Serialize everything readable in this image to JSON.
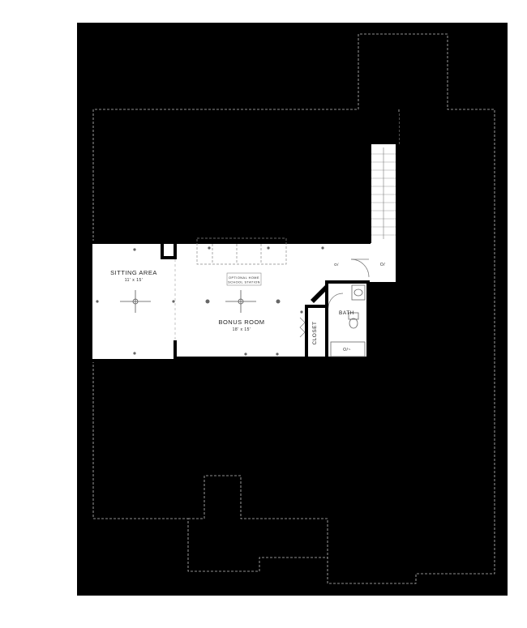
{
  "rooms": {
    "sitting_area": {
      "name": "SITTING AREA",
      "dims": "11' x 15'"
    },
    "bonus_room": {
      "name": "BONUS ROOM",
      "dims": "18' x 15'"
    },
    "bath": {
      "name": "BATH"
    },
    "closet": {
      "name": "CLOSET"
    }
  },
  "notes": {
    "home_school_line1": "OPTIONAL HOME",
    "home_school_line2": "SCHOOL STATION"
  },
  "fixtures": {
    "oven_marker": "O/",
    "tub_marker": "O/~",
    "stair_marker": "O/"
  },
  "colors": {
    "background": "#000000",
    "floor": "#ffffff",
    "wall": "#000000",
    "outline": "#cfcfcf"
  }
}
